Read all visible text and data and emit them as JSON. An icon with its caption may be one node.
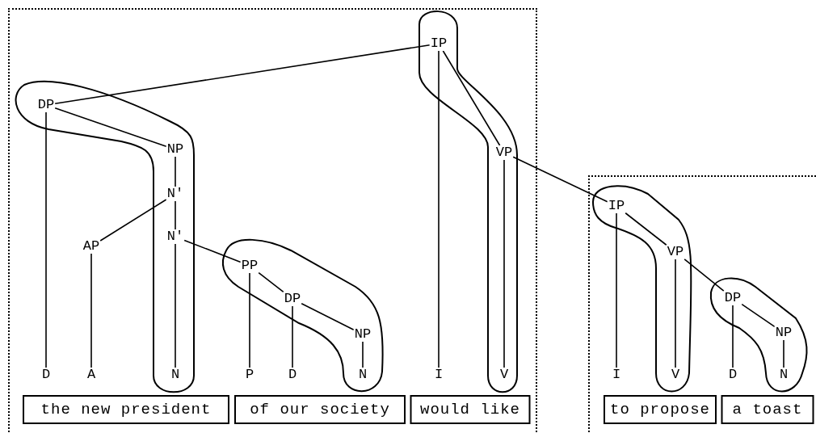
{
  "diagram": {
    "nodes": [
      {
        "text": [],
        "shape": "box"
      },
      {
        "text": [
          "IP"
        ],
        "in": 0
      },
      {
        "text": [
          "DP"
        ],
        "in": 0
      },
      {
        "text": [
          "NP"
        ],
        "in": 0
      },
      {
        "text": [
          "VP"
        ],
        "in": 0
      },
      {
        "text": [
          "N'"
        ],
        "in": 0
      },
      {
        "text": [
          "AP"
        ],
        "in": 0
      },
      {
        "text": [
          "N'"
        ],
        "in": 0
      },
      {
        "text": [
          "PP"
        ],
        "in": 0
      },
      {
        "text": [
          "DP"
        ],
        "in": 0
      },
      {
        "text": [
          "NP"
        ],
        "in": 0
      },
      {
        "text": [
          "D"
        ],
        "in": 0
      },
      {
        "text": [
          "A"
        ],
        "in": 0
      },
      {
        "text": [
          "N"
        ],
        "in": 0
      },
      {
        "text": [
          "P"
        ],
        "in": 0
      },
      {
        "text": [
          "D"
        ],
        "in": 0
      },
      {
        "text": [
          "N"
        ],
        "in": 0
      },
      {
        "text": [
          "I"
        ],
        "in": 0
      },
      {
        "text": [
          "V"
        ],
        "in": 0
      },
      {
        "text": [
          "the new president"
        ],
        "in": 0
      },
      {
        "text": [
          "of our society"
        ],
        "in": 0
      },
      {
        "text": [
          "would like"
        ],
        "in": 0
      },
      {
        "text": [],
        "shape": "box"
      },
      {
        "text": [
          "IP"
        ],
        "in": 22
      },
      {
        "text": [
          "VP"
        ],
        "in": 22
      },
      {
        "text": [
          "DP"
        ],
        "in": 22
      },
      {
        "text": [
          "NP"
        ],
        "in": 22
      },
      {
        "text": [
          "I"
        ],
        "in": 22
      },
      {
        "text": [
          "V"
        ],
        "in": 22
      },
      {
        "text": [
          "D"
        ],
        "in": 22
      },
      {
        "text": [
          "N"
        ],
        "in": 22
      },
      {
        "text": [
          "to propose"
        ],
        "in": 22
      },
      {
        "text": [
          "a toast"
        ],
        "in": 22
      }
    ],
    "edges": [
      {
        "from": 1,
        "to": 2,
        "arrow": "none"
      },
      {
        "from": 1,
        "to": 17,
        "arrow": "none"
      },
      {
        "from": 1,
        "to": 4,
        "arrow": "none"
      },
      {
        "from": 4,
        "to": 18,
        "arrow": "none"
      },
      {
        "from": 4,
        "to": 23,
        "arrow": "none"
      },
      {
        "from": 2,
        "to": 11,
        "arrow": "none"
      },
      {
        "from": 2,
        "to": 3,
        "arrow": "none"
      },
      {
        "from": 3,
        "to": 5,
        "arrow": "none"
      },
      {
        "from": 5,
        "to": 6,
        "arrow": "none"
      },
      {
        "from": 5,
        "to": 7,
        "arrow": "none"
      },
      {
        "from": 6,
        "to": 12,
        "arrow": "none"
      },
      {
        "from": 7,
        "to": 13,
        "arrow": "none"
      },
      {
        "from": 7,
        "to": 8,
        "arrow": "none"
      },
      {
        "from": 8,
        "to": 14,
        "arrow": "none"
      },
      {
        "from": 8,
        "to": 9,
        "arrow": "none"
      },
      {
        "from": 9,
        "to": 15,
        "arrow": "none"
      },
      {
        "from": 9,
        "to": 10,
        "arrow": "none"
      },
      {
        "from": 10,
        "to": 16,
        "arrow": "none"
      },
      {
        "from": 23,
        "to": 27,
        "arrow": "none"
      },
      {
        "from": 23,
        "to": 24,
        "arrow": "none"
      },
      {
        "from": 24,
        "to": 28,
        "arrow": "none"
      },
      {
        "from": 24,
        "to": 25,
        "arrow": "none"
      },
      {
        "from": 25,
        "to": 29,
        "arrow": "none"
      },
      {
        "from": 25,
        "to": 26,
        "arrow": "none"
      },
      {
        "from": 26,
        "to": 30,
        "arrow": "none"
      }
    ]
  }
}
